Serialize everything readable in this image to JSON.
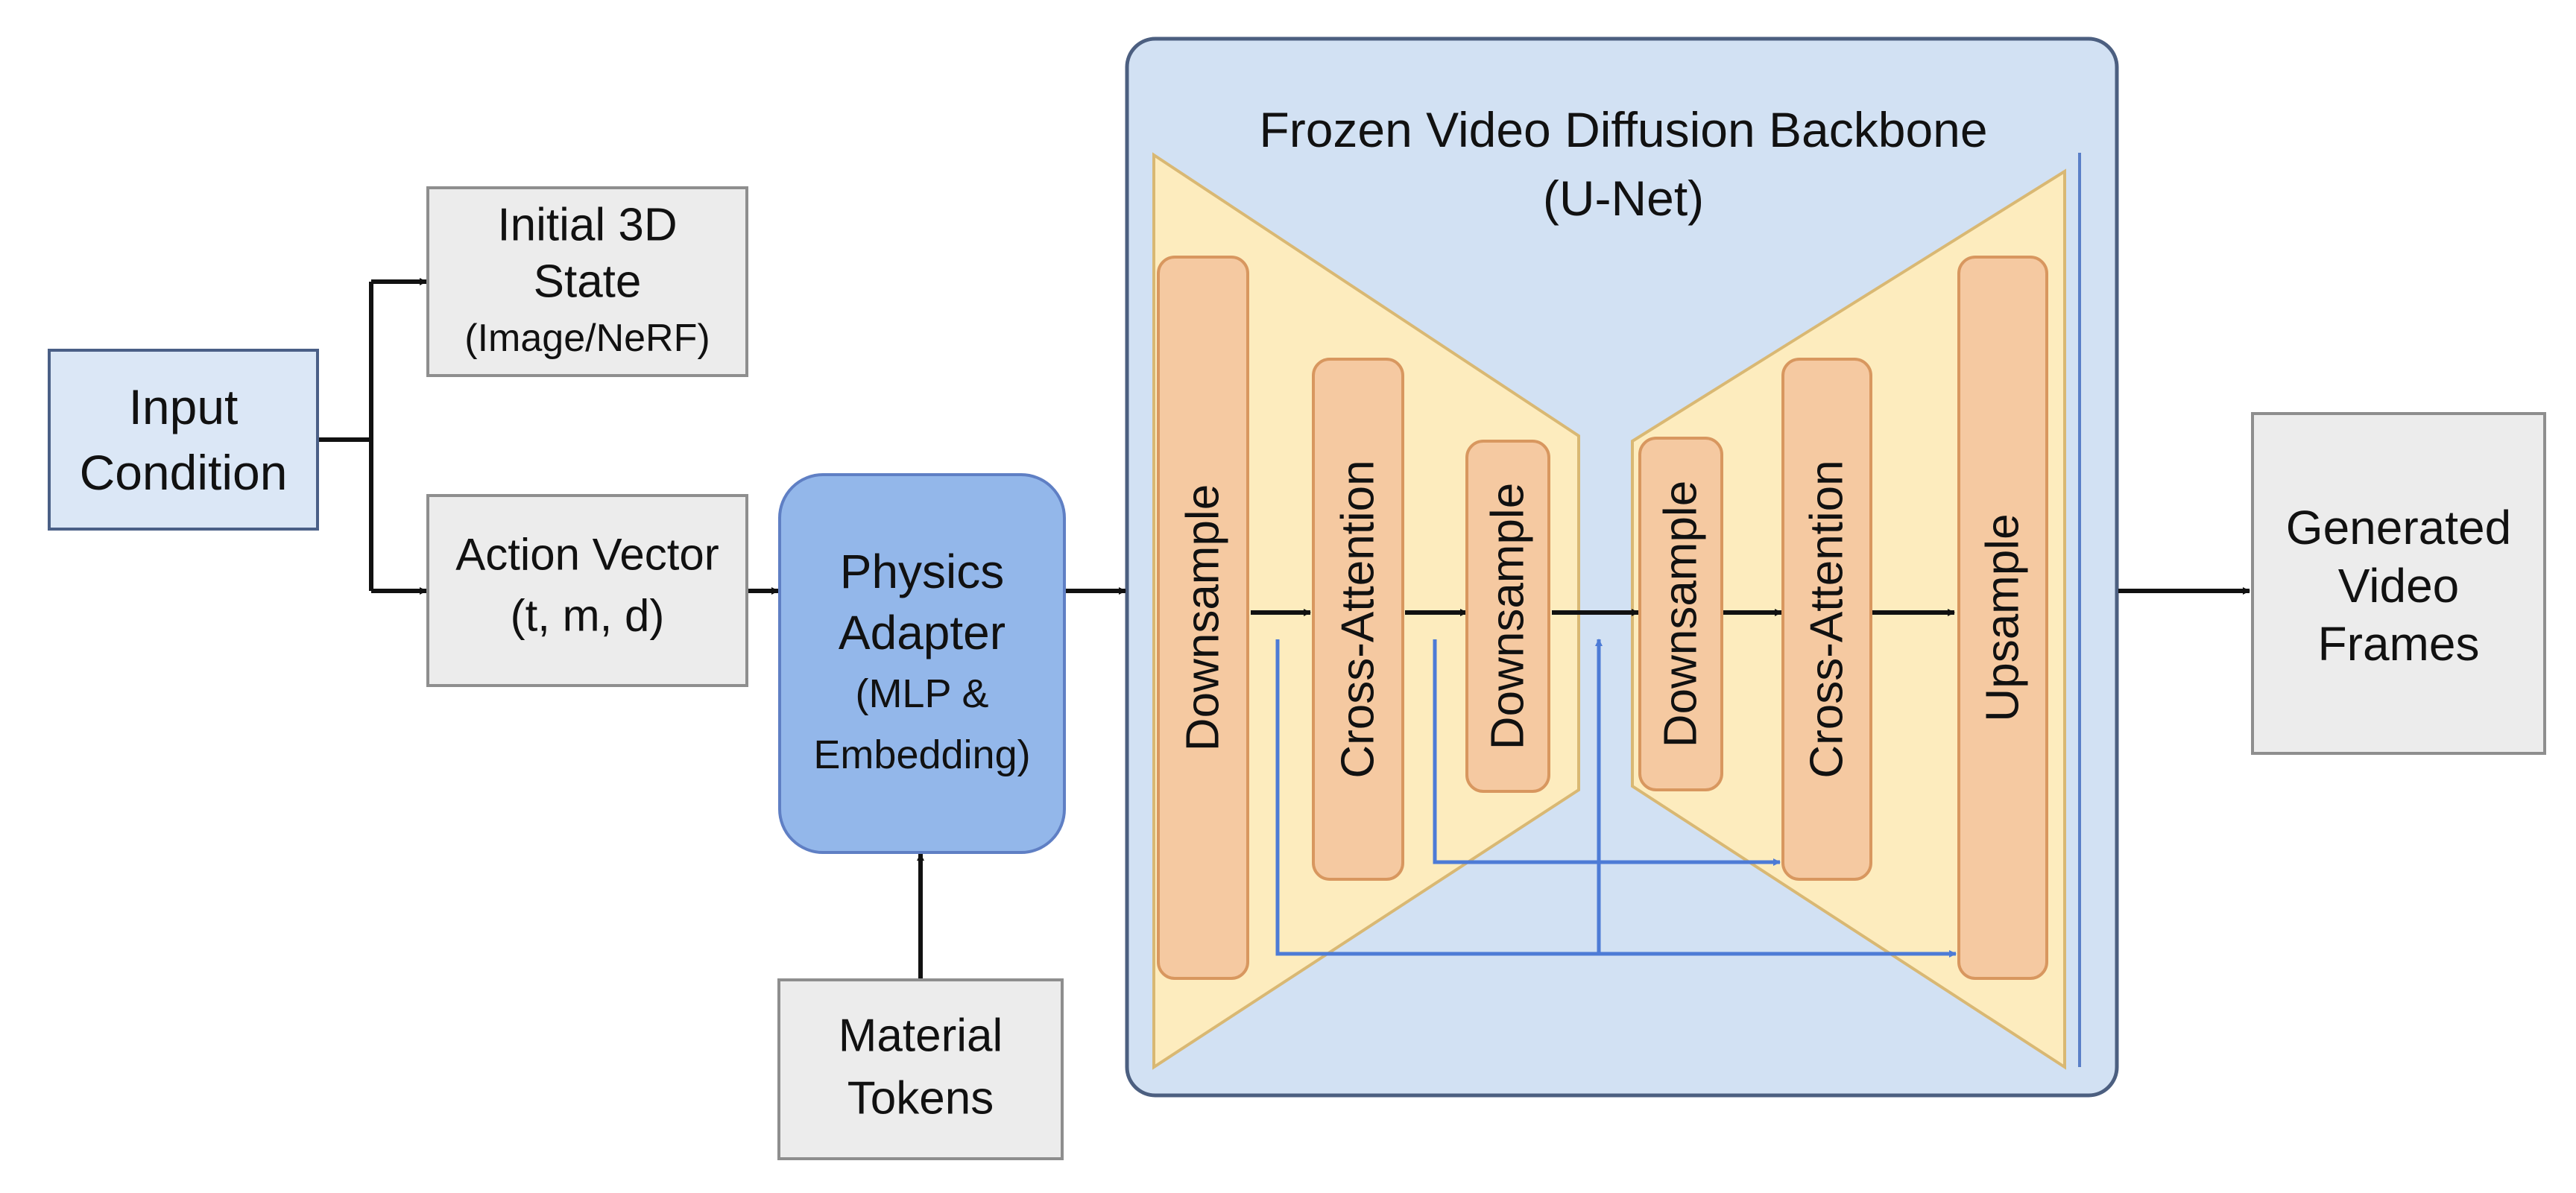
{
  "nodes": {
    "input_condition": {
      "lines": [
        "Input",
        "Condition"
      ]
    },
    "initial_state": {
      "lines": [
        "Initial 3D",
        "State",
        "(Image/NeRF)"
      ]
    },
    "action_vector": {
      "lines": [
        "Action Vector",
        "(t, m, d)"
      ]
    },
    "physics_adapter": {
      "lines": [
        "Physics",
        "Adapter",
        "(MLP &",
        "Embedding)"
      ]
    },
    "material_tokens": {
      "lines": [
        "Material",
        "Tokens"
      ]
    },
    "backbone": {
      "lines": [
        "Frozen Video Diffusion Backbone",
        "(U-Net)"
      ]
    },
    "generated_frames": {
      "lines": [
        "Generated",
        "Video",
        "Frames"
      ]
    }
  },
  "unet_blocks": {
    "encoder_downsample_1": "Downsample",
    "encoder_cross_attention": "Cross-Attention",
    "encoder_downsample_2": "Downsample",
    "decoder_downsample": "Downsample",
    "decoder_cross_attention": "Cross-Attention",
    "decoder_upsample": "Upsample"
  },
  "colors": {
    "input_box": "#dbe7f6",
    "input_box_border": "#4a5f86",
    "gray_box": "#ececec",
    "gray_box_border": "#8e8e8e",
    "adapter": "#93b7ea",
    "adapter_border": "#5f7fc4",
    "backbone": "#d2e1f3",
    "backbone_border": "#4c5f80",
    "trapezoid": "#fdecbe",
    "trapezoid_border": "#d9b873",
    "block": "#f5c9a1",
    "block_border": "#d8975f",
    "arrow": "#111111",
    "skip_arrow": "#4d7bd6"
  }
}
